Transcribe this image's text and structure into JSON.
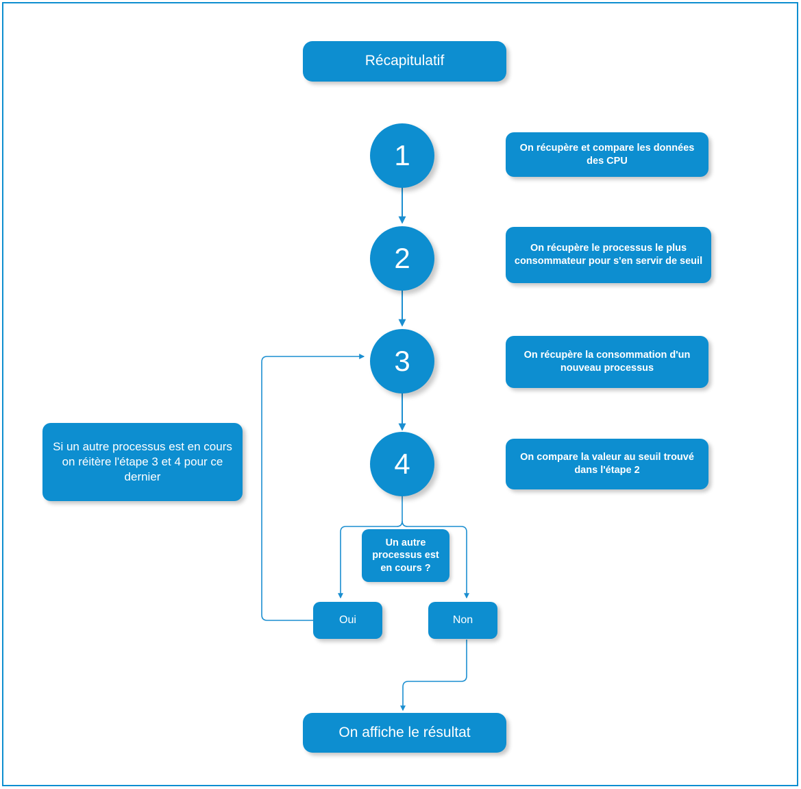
{
  "diagram": {
    "title": "Récapitulatif",
    "accent_color": "#0d8ed0",
    "text_color": "#ffffff",
    "background_color": "#ffffff",
    "border_color": "#0d8ed0",
    "type": "flowchart",
    "language": "fr"
  },
  "steps": [
    {
      "number": "1",
      "description": "On récupère et compare les données des CPU"
    },
    {
      "number": "2",
      "description": "On récupère le processus le plus consommateur pour s'en servir de seuil"
    },
    {
      "number": "3",
      "description": "On récupère la consommation d'un nouveau processus"
    },
    {
      "number": "4",
      "description": "On compare la valeur au seuil trouvé dans l'étape 2"
    }
  ],
  "note": {
    "text": "Si un autre processus est en cours on réitère l'étape 3 et 4 pour ce dernier"
  },
  "decision": {
    "question": "Un autre processus est en cours ?",
    "branches": [
      {
        "label": "Oui",
        "target": "step-3"
      },
      {
        "label": "Non",
        "target": "result"
      }
    ]
  },
  "result": {
    "label": "On affiche le résultat"
  }
}
